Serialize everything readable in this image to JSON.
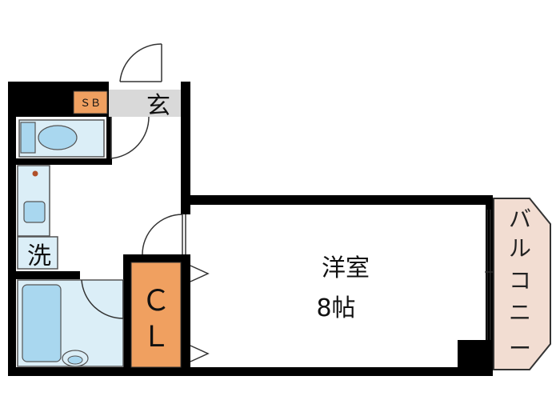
{
  "floorplan": {
    "entrance_label": "玄",
    "shoe_box_label": "ＳＢ",
    "washer_label": "洗",
    "closet_label_1": "Ｃ",
    "closet_label_2": "Ｌ",
    "main_room_label": "洋室",
    "main_room_size": "8帖",
    "balcony_chars": [
      "バ",
      "ル",
      "コ",
      "ニ",
      "ー"
    ]
  },
  "colors": {
    "wall": "#000000",
    "fixture_fill": "#dbeef7",
    "fixture_detail": "#a9d7ef",
    "closet": "#f0a060",
    "entrance_floor": "#d9d9d9",
    "balcony": "#f2ddd2"
  }
}
